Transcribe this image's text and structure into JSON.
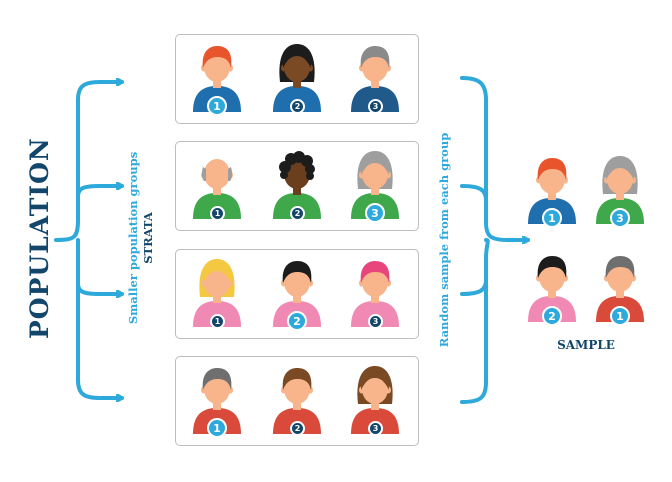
{
  "population_label": "POPULATION",
  "strata_label_line1": "Smaller population groups",
  "strata_label_line2": "STRATA",
  "random_label": "Random sample from each group",
  "sample_label": "SAMPLE",
  "colors": {
    "dark_navy": "#12466a",
    "accent_blue": "#2ea9dc",
    "box_border": "#bdbdbd"
  },
  "strata": [
    {
      "people": [
        {
          "hair": "#e8542b",
          "skin": "#f8b48a",
          "shirt": "#1f6fae",
          "style": "short",
          "badge": "1",
          "badge_style": "big"
        },
        {
          "hair": "#1c1c1c",
          "skin": "#7a4a25",
          "shirt": "#1f6fae",
          "style": "long",
          "badge": "2",
          "badge_style": "small"
        },
        {
          "hair": "#8a8a8a",
          "skin": "#f8b48a",
          "shirt": "#1f5a8a",
          "style": "short",
          "badge": "3",
          "badge_style": "small"
        }
      ]
    },
    {
      "people": [
        {
          "hair": "#9e9e9e",
          "skin": "#f8b48a",
          "shirt": "#3ea84a",
          "style": "bald",
          "badge": "1",
          "badge_style": "small"
        },
        {
          "hair": "#1c1c1c",
          "skin": "#6b3e1e",
          "shirt": "#3ea84a",
          "style": "curly",
          "badge": "2",
          "badge_style": "small"
        },
        {
          "hair": "#9e9e9e",
          "skin": "#f8b48a",
          "shirt": "#3ea84a",
          "style": "long",
          "badge": "3",
          "badge_style": "big"
        }
      ]
    },
    {
      "people": [
        {
          "hair": "#f5c842",
          "skin": "#f8b48a",
          "shirt": "#f08ab4",
          "style": "long",
          "badge": "1",
          "badge_style": "small"
        },
        {
          "hair": "#1c1c1c",
          "skin": "#f8b48a",
          "shirt": "#f08ab4",
          "style": "short",
          "badge": "2",
          "badge_style": "big"
        },
        {
          "hair": "#e8457c",
          "skin": "#f8b48a",
          "shirt": "#f08ab4",
          "style": "short",
          "badge": "3",
          "badge_style": "small"
        }
      ]
    },
    {
      "people": [
        {
          "hair": "#6f6f6f",
          "skin": "#f8b48a",
          "shirt": "#d94a3a",
          "style": "short",
          "badge": "1",
          "badge_style": "big"
        },
        {
          "hair": "#7a4a25",
          "skin": "#f8b48a",
          "shirt": "#d94a3a",
          "style": "short",
          "badge": "2",
          "badge_style": "small"
        },
        {
          "hair": "#7a4a25",
          "skin": "#f8b48a",
          "shirt": "#d94a3a",
          "style": "long",
          "badge": "3",
          "badge_style": "small"
        }
      ]
    }
  ],
  "sample": [
    {
      "hair": "#e8542b",
      "skin": "#f8b48a",
      "shirt": "#1f6fae",
      "style": "short",
      "badge": "1",
      "badge_style": "big"
    },
    {
      "hair": "#9e9e9e",
      "skin": "#f8b48a",
      "shirt": "#3ea84a",
      "style": "long",
      "badge": "3",
      "badge_style": "big"
    },
    {
      "hair": "#1c1c1c",
      "skin": "#f8b48a",
      "shirt": "#f08ab4",
      "style": "short",
      "badge": "2",
      "badge_style": "big"
    },
    {
      "hair": "#6f6f6f",
      "skin": "#f8b48a",
      "shirt": "#d94a3a",
      "style": "short",
      "badge": "1",
      "badge_style": "big"
    }
  ]
}
